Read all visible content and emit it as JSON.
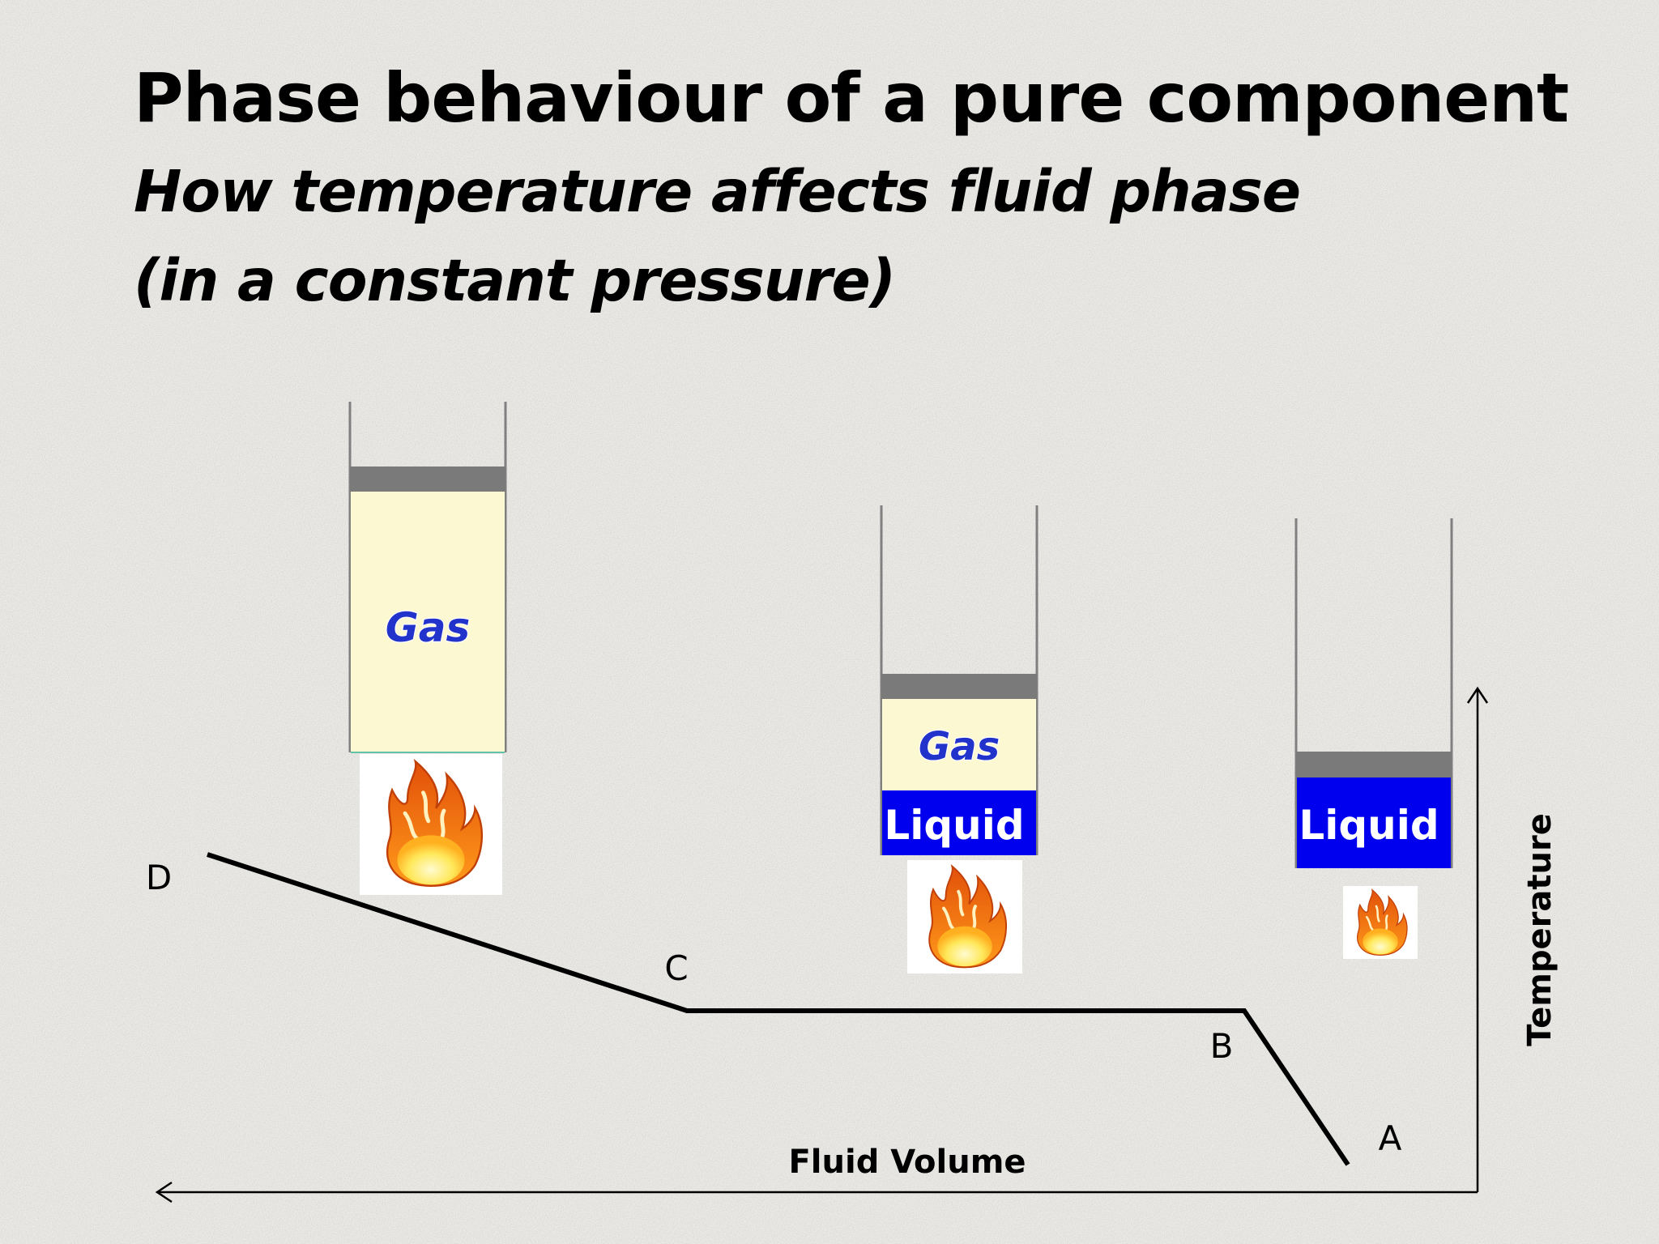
{
  "slide": {
    "title": "Phase behaviour of a pure component",
    "subtitle_line1": "How temperature affects fluid phase",
    "subtitle_line2": "(in a constant pressure)"
  },
  "cylinders": [
    {
      "id": "cylinder-d",
      "phases": [
        {
          "label": "Gas",
          "color": "#fbf8d2"
        }
      ]
    },
    {
      "id": "cylinder-bc",
      "phases": [
        {
          "label": "Gas",
          "color": "#fbf8d2"
        },
        {
          "label": "Liquid",
          "color": "#0000ee"
        }
      ]
    },
    {
      "id": "cylinder-a",
      "phases": [
        {
          "label": "Liquid",
          "color": "#0000ee"
        }
      ]
    }
  ],
  "graph": {
    "x_axis_label": "Fluid Volume",
    "y_axis_label": "Temperature",
    "points": [
      "A",
      "B",
      "C",
      "D"
    ]
  },
  "colors": {
    "gas": "#fbf8d2",
    "liquid": "#0000ee",
    "piston": "#7a7a7a",
    "gas_text": "#2233cc",
    "flame_outer": "#f07a10",
    "flame_inner": "#ffe85a"
  }
}
